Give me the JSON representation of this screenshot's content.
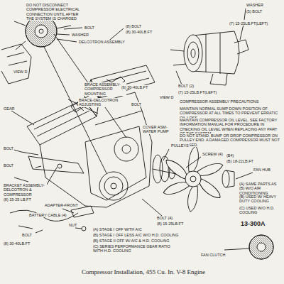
{
  "diagram": {
    "caption": "Compressor Installation, 455 Cu. In. V-8 Engine",
    "labels": [
      "DO NOT DISCONNECT COMPRESSOR ELECTRICAL CONNECTION UNTIL AFTER THE SYSTEM IS CHARGED",
      "BOLT",
      "WASHER",
      "DELCOTRON ASSEMBLY",
      "(8) BOLT",
      "(8) 30-40LB.FT",
      "WASHER",
      "(5) BOLT",
      "(7) 15-25LB.FT(LEFT)",
      "BOLT (2)",
      "(7) 15-25LB.FT(LEFT)",
      "VIEW D",
      "VIEW D",
      "BRACE ASSEMBLY- COMPRESSOR MOUNTING",
      "BRACE-DELCOTRON ADJUSTING",
      "(6) 30-40LB.FT",
      "BOLT",
      "COMPRESSOR ASSEMBLY PRECAUTIONS",
      "MAINTAIN NORMAL SUMP DOWN POSITION OF COMPRESSOR AT ALL TIMES TO PREVENT ERRATIC OIL LOSS.",
      "MAINTAIN COMPRESSOR OIL LEVEL. SEE FACTORY INFORMATION MANUAL FOR PROCEDURE IN CHECKING OIL LEVEL WHEN REPLACING ANY PART OF THE SYSTEM.",
      "DO NOT STAND, BUMP OR DROP COMPRESSOR ON PULLEY END. A DAMAGED COMPRESSOR MUST NOT BE USED.",
      "COVER ASM-WATER PUMP",
      "PULLEYS",
      "SCREW (4)",
      "(B4)",
      "(B) 18-22LB.FT",
      "FAN HUB",
      "(A) SAME PARTS AS (B) W/O AIR CONDITIONING",
      "(B) USED W/ HEAVY DUTY COOLING",
      "(C) USED W/O H.D. COOLING",
      "13-300A",
      "FAN CLUTCH",
      "BOLT (4)",
      "(8) 15-25LB.FT",
      "(A) STAGE I OFF WITH A/C",
      "(B) STAGE I OFF LESS A/C W/O H.D. COOLING",
      "(B) STAGE II OFF W/ A/C & H.D. COOLING",
      "(C) SERIES PERFORMANCE GEAR RATIO WITH H.D. COOLING",
      "GEAR",
      "BOLT",
      "BOLT",
      "BRACKET ASSEMBLY- DELCOTRON & COMPRESSOR MOUNTING",
      "(8) 15-25 LB.FT",
      "ADAPTER-FRONT",
      "BATTERY CABLE (4)",
      "NUT",
      "BOLT",
      "(8) 30-40LB.FT"
    ]
  }
}
